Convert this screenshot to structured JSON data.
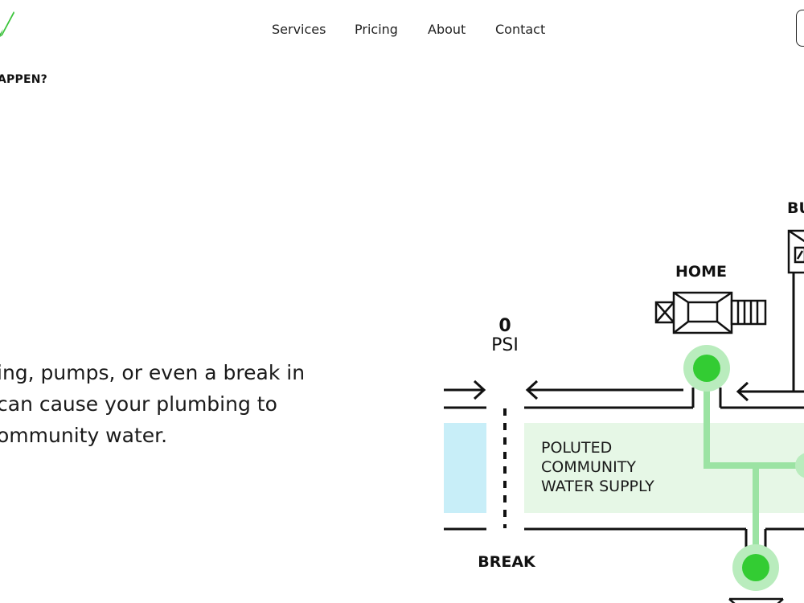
{
  "header": {
    "nav": [
      {
        "label": "Services"
      },
      {
        "label": "Pricing"
      },
      {
        "label": "About"
      },
      {
        "label": "Contact"
      }
    ]
  },
  "hero": {
    "eyebrow": "APPEN?",
    "body_lines": [
      "ing, pumps, or even a break in",
      "can cause your plumbing to",
      "ommunity water."
    ]
  },
  "diagram": {
    "pressure_value": "0",
    "pressure_unit": "PSI",
    "home_label": "HOME",
    "building_label": "BU",
    "break_label": "BREAK",
    "supply_lines": [
      "POLUTED",
      "COMMUNITY",
      "WATER SUPPLY"
    ]
  },
  "colors": {
    "accent_green": "#33cc33",
    "flow_green": "#9be3a3",
    "supply_fill": "#e6f7e6",
    "clean_water": "#c8eef8",
    "ink": "#111111"
  }
}
